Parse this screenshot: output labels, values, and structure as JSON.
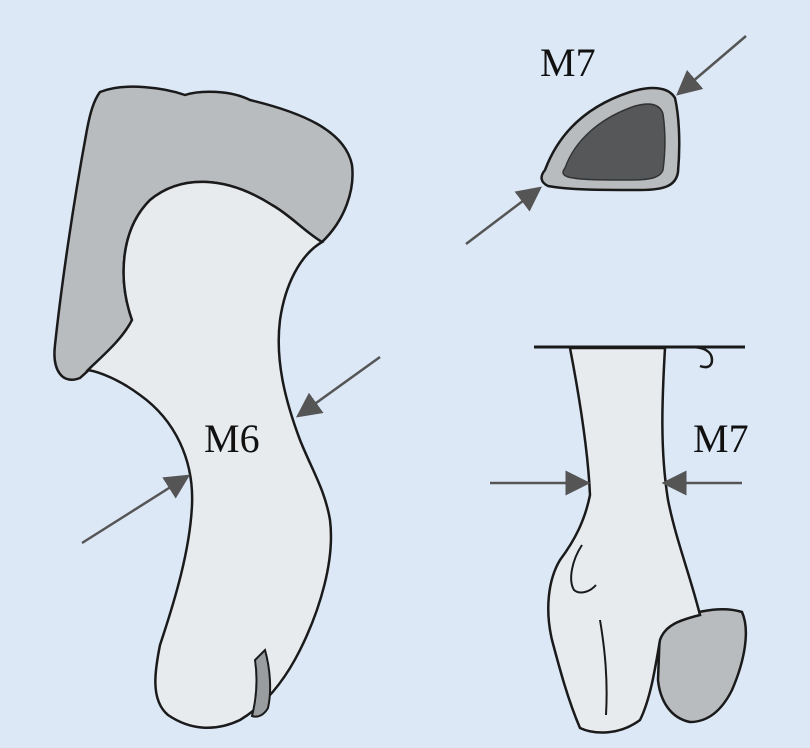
{
  "labels": {
    "m6_side": "M6",
    "m7_section": "M7",
    "m7_lateral": "M7"
  },
  "colors": {
    "background": "#dce8f6",
    "bone_fill": "#e8ebee",
    "articular_fill": "#b9bcbf",
    "medullary_fill": "#555759",
    "outline": "#1a1a1a",
    "arrow": "#555555"
  }
}
